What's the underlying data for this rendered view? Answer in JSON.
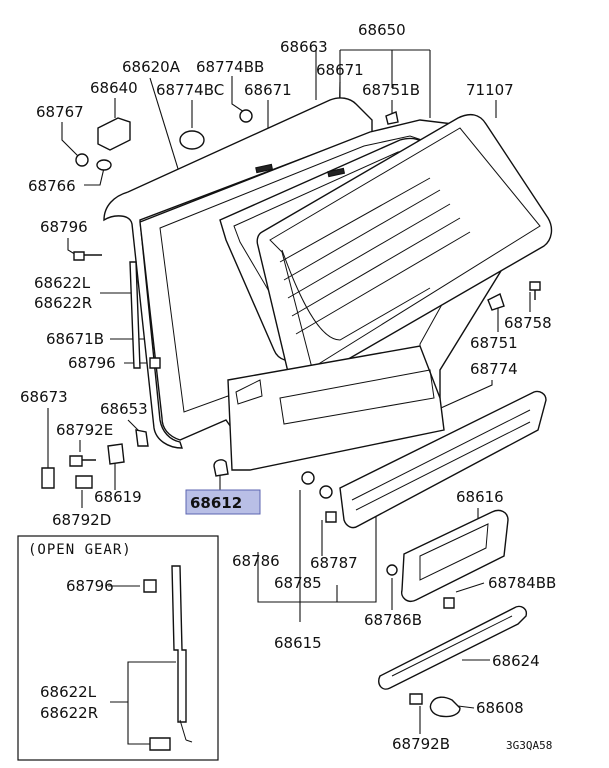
{
  "labels": {
    "p68650": "68650",
    "p68663": "68663",
    "p68620A": "68620A",
    "p68774BB": "68774BB",
    "p68774BC": "68774BC",
    "p68671_top": "68671",
    "p68671_mid": "68671",
    "p68751B": "68751B",
    "p71107": "71107",
    "p68640": "68640",
    "p68767": "68767",
    "p68766": "68766",
    "p68796_a": "68796",
    "p68622L_a": "68622L",
    "p68622R_a": "68622R",
    "p68671B": "68671B",
    "p68796_b": "68796",
    "p68758": "68758",
    "p68751": "68751",
    "p68774": "68774",
    "p68673": "68673",
    "p68653": "68653",
    "p68792E": "68792E",
    "p68619": "68619",
    "p68792D": "68792D",
    "p68612": "68612",
    "p68616": "68616",
    "p68786": "68786",
    "p68787": "68787",
    "p68785": "68785",
    "p68784BB": "68784BB",
    "p68786B": "68786B",
    "p68615": "68615",
    "p68624": "68624",
    "p68608": "68608",
    "p68792B": "68792B",
    "p68796_c": "68796",
    "p68622L_b": "68622L",
    "p68622R_b": "68622R"
  },
  "open_gear_title": "(OPEN GEAR)",
  "diagram_code": "3G3QA58",
  "highlight_color": "#b9bfe6"
}
